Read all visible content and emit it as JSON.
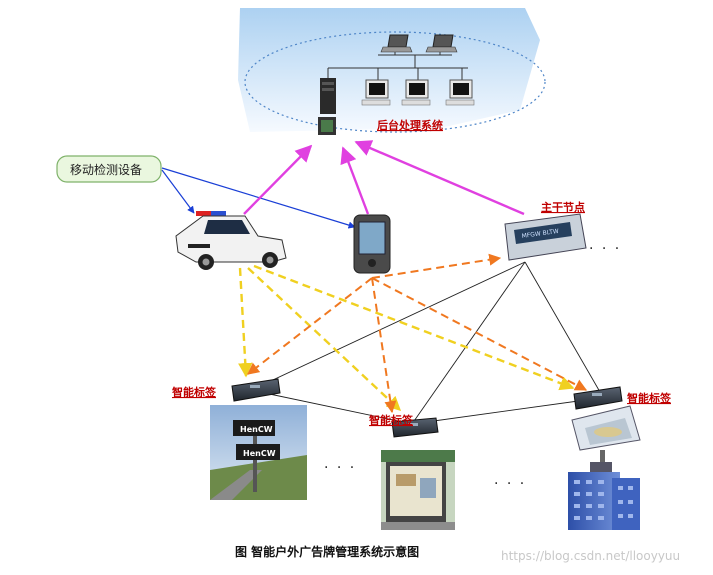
{
  "labels": {
    "backend": "后台处理系统",
    "mobile_device": "移动检测设备",
    "main_node": "主干节点",
    "tag_left": "智能标签",
    "tag_center": "智能标签",
    "tag_right": "智能标签"
  },
  "billboard_text": {
    "sign_top": "HenCW",
    "sign_bottom": "HenCW"
  },
  "node_device_text": "MFGW BLTW",
  "ellipsis": "· · ·",
  "caption": "图    智能户外广告牌管理系统示意图",
  "watermark": "https://blog.csdn.net/llooyyuu",
  "colors": {
    "label_red": "#c00000",
    "magenta_arrow": "#e040e0",
    "orange_dashed": "#f07820",
    "yellow_dashed": "#f0d020",
    "blue_arrow": "#1a3fd6",
    "black_line": "#222222"
  }
}
